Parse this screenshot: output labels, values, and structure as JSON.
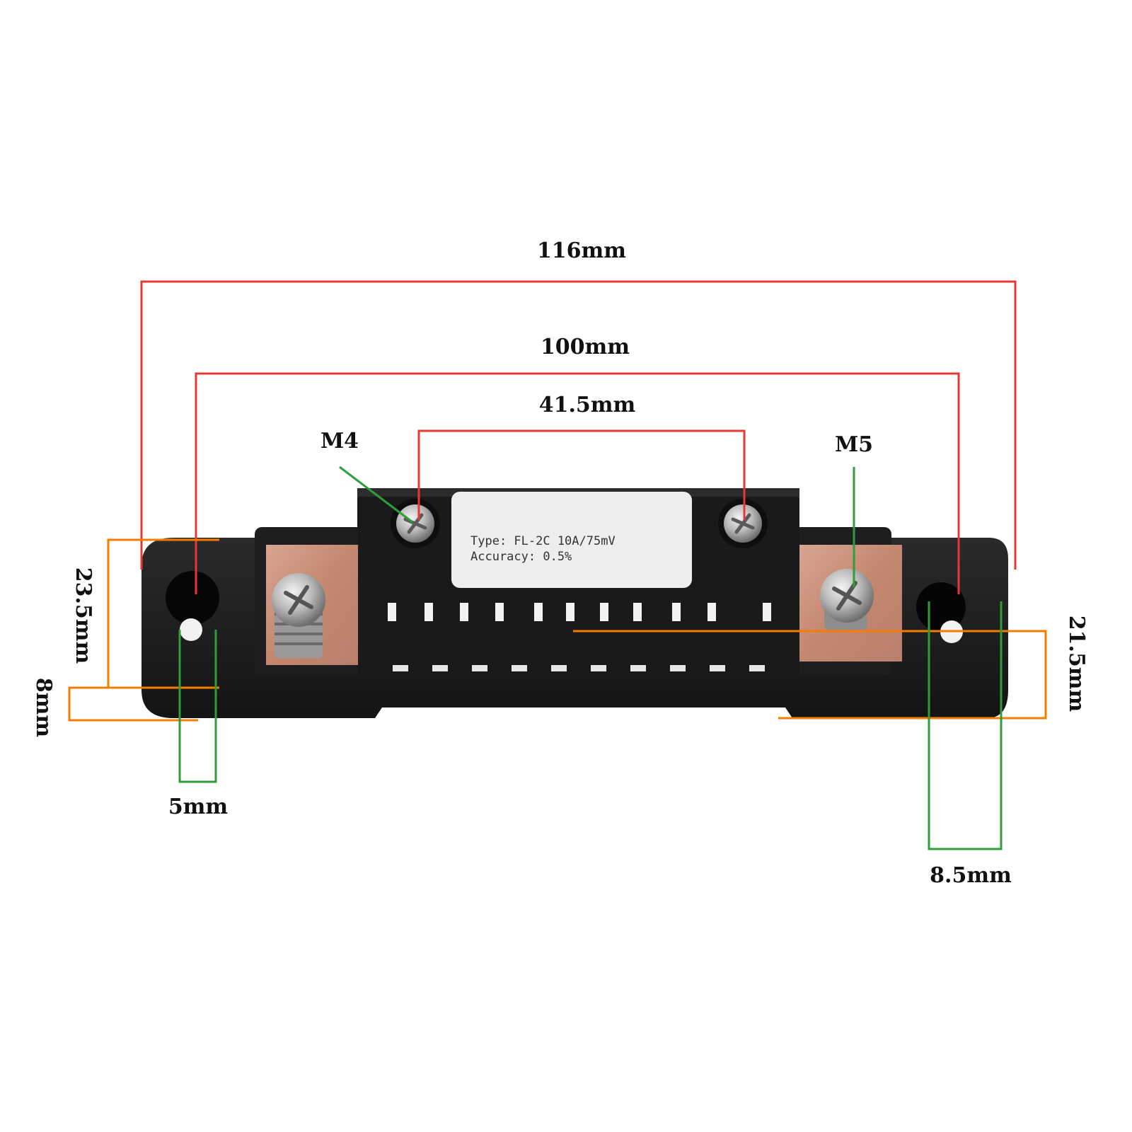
{
  "labels": {
    "overall_length": "116mm",
    "hole_spacing": "100mm",
    "terminal_spacing": "41.5mm",
    "small_screw": "M4",
    "large_screw": "M5",
    "base_height": "23.5mm",
    "base_thickness": "8mm",
    "body_height": "21.5mm",
    "small_hole": "5mm",
    "large_hole": "8.5mm"
  },
  "nameplate": {
    "type_line": "Type: FL-2C 10A/75mV",
    "accuracy_line": "Accuracy: 0.5%"
  },
  "colors": {
    "width_dimension": "#e53935",
    "height_dimension": "#f57c00",
    "hole_dimension": "#2e9d3a",
    "body": "#1c1c1e",
    "copper": "#c98f7b",
    "label_plate": "#eeeeee"
  }
}
